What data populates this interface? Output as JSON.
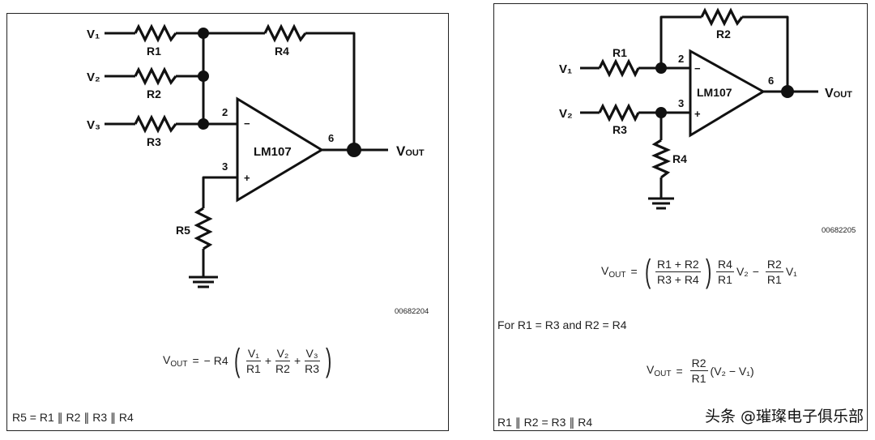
{
  "left": {
    "inputs": [
      "V₁",
      "V₂",
      "V₃"
    ],
    "resistors": [
      "R1",
      "R2",
      "R3",
      "R4",
      "R5"
    ],
    "opamp": "LM107",
    "pins": [
      "2",
      "3",
      "6"
    ],
    "inv": "−",
    "noninv": "+",
    "out_main": "V",
    "out_sub": "OUT",
    "code": "00682204",
    "eq": {
      "lhs_main": "V",
      "lhs_sub": "OUT",
      "eqsign": "=",
      "coef": "− R4",
      "t1n": "V₁",
      "t1d": "R1",
      "t2n": "V₂",
      "t2d": "R2",
      "t3n": "V₃",
      "t3d": "R3",
      "plus": "+"
    },
    "footnote": "R5 = R1 ∥ R2 ∥ R3 ∥ R4"
  },
  "right": {
    "inputs": [
      "V₁",
      "V₂"
    ],
    "resistors": [
      "R1",
      "R2",
      "R3",
      "R4"
    ],
    "opamp": "LM107",
    "pins": [
      "2",
      "3",
      "6"
    ],
    "inv": "−",
    "noninv": "+",
    "out_main": "V",
    "out_sub": "OUT",
    "code": "00682205",
    "eq1": {
      "lhs_main": "V",
      "lhs_sub": "OUT",
      "eqsign": "=",
      "an": "R1 + R2",
      "ad": "R3 + R4",
      "bn": "R4",
      "bd": "R1",
      "v2": "V₂",
      "minus": "−",
      "cn": "R2",
      "cd": "R1",
      "v1": "V₁"
    },
    "condition": "For R1 = R3 and R2 = R4",
    "eq2": {
      "lhs_main": "V",
      "lhs_sub": "OUT",
      "eqsign": "=",
      "fn": "R2",
      "fd": "R1",
      "rhs": "(V₂ − V₁)"
    },
    "footnote": "R1 ∥ R2 = R3 ∥ R4"
  },
  "watermark": "头条 @璀璨电子俱乐部"
}
